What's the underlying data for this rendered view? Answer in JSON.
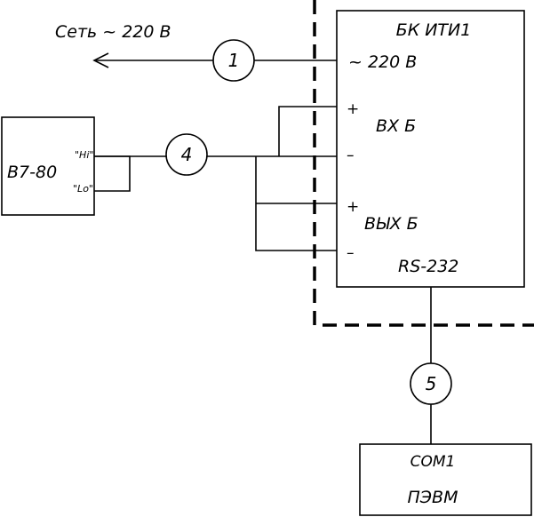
{
  "mains": {
    "label": "Сеть ~ 220 В",
    "connection_number": "1"
  },
  "unit_bk": {
    "title": "БК ИТИ1",
    "power_input": "~ 220 В",
    "input_block": "ВХ Б",
    "output_block": "ВЫХ Б",
    "interface": "RS-232",
    "plus": "+",
    "minus": "–"
  },
  "voltmeter": {
    "name": "В7-80",
    "terminal_hi": "\"Hi\"",
    "terminal_lo": "\"Lo\"",
    "connection_number": "4"
  },
  "computer": {
    "port": "COM1",
    "name": "ПЭВМ",
    "connection_number": "5"
  }
}
